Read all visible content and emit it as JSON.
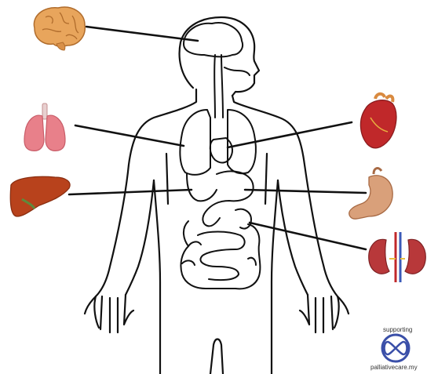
{
  "diagram": {
    "organs": [
      {
        "name": "brain",
        "icon": "brain-icon"
      },
      {
        "name": "lungs",
        "icon": "lungs-icon"
      },
      {
        "name": "liver",
        "icon": "liver-icon"
      },
      {
        "name": "heart",
        "icon": "heart-icon"
      },
      {
        "name": "stomach",
        "icon": "stomach-icon"
      },
      {
        "name": "kidneys",
        "icon": "kidneys-icon"
      }
    ],
    "colors": {
      "outline": "#111111",
      "brain": "#e8a55c",
      "lungs": "#e8808a",
      "liver": "#b8421c",
      "heart": "#c0282a",
      "stomach": "#d9a07a",
      "kidneys": "#b8383a",
      "logo": "#3a4fa8"
    }
  },
  "logo": {
    "supporting_text": "supporting",
    "site_text": "palliativecare.my",
    "icon": "infinity-x-logo-icon"
  }
}
